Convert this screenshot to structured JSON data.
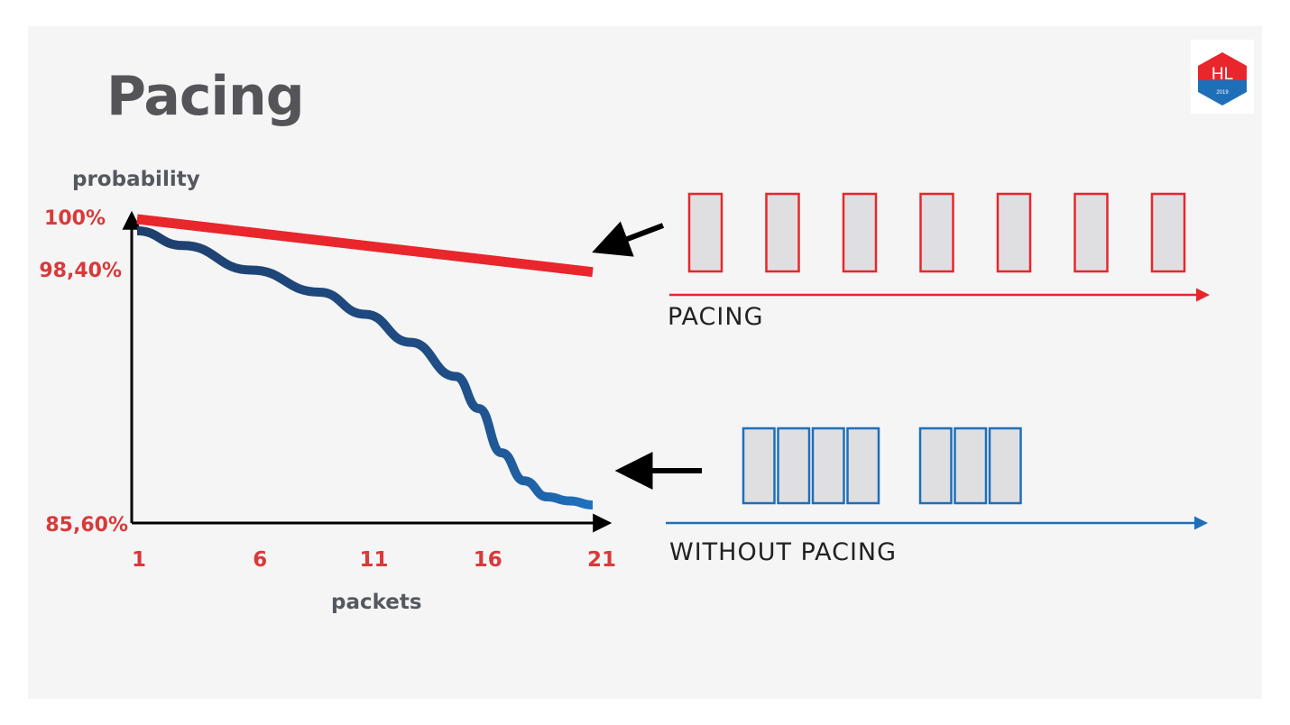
{
  "slide": {
    "title": "Pacing"
  },
  "logo": {
    "text": "HL",
    "year": "2019"
  },
  "chart_data": {
    "type": "line",
    "ylabel": "probability",
    "xlabel": "packets",
    "x_ticks": [
      1,
      6,
      11,
      16,
      21
    ],
    "y_tick_labels": [
      "100%",
      "98,40%",
      "85,60%"
    ],
    "y_tick_values": [
      100,
      98.4,
      85.6
    ],
    "xlim": [
      1,
      21
    ],
    "series": [
      {
        "color": "#e8262c",
        "x": [
          1,
          21
        ],
        "y": [
          100,
          98.1
        ]
      },
      {
        "color": "#1f4e86",
        "x": [
          1,
          3,
          6,
          9,
          11,
          13,
          15,
          16,
          17,
          18,
          19,
          20,
          21
        ],
        "y": [
          99.6,
          99.1,
          98.2,
          97.1,
          96.0,
          94.6,
          92.9,
          91.3,
          89.1,
          87.7,
          86.9,
          86.7,
          86.5
        ]
      }
    ]
  },
  "diagram": {
    "pacing": {
      "label": "PACING",
      "color": "#e8262c",
      "packet_count": 7
    },
    "without_pacing": {
      "label": "WITHOUT PACING",
      "color": "#1f6fb8",
      "groups": [
        4,
        3
      ]
    }
  }
}
